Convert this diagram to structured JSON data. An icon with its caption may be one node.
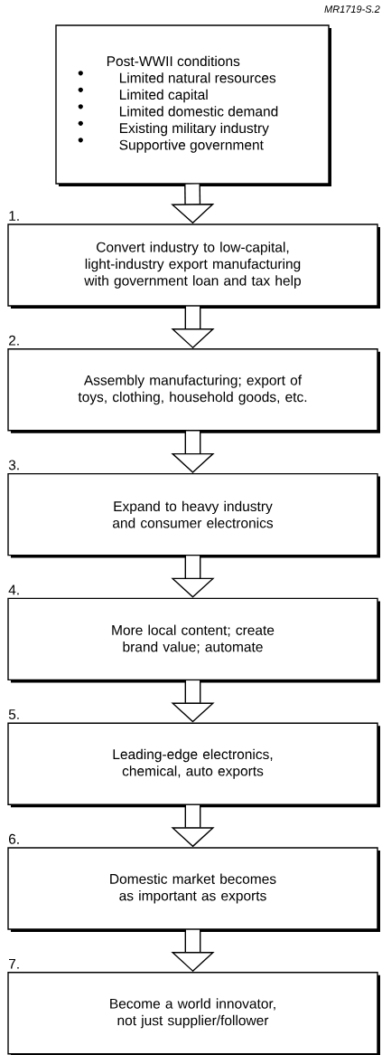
{
  "diagram": {
    "nodes": [
      {
        "text": [
          "Post-WWII conditions",
          "Limited natural resources",
          "Limited capital",
          "Limited domestic demand",
          "Existing military industry",
          "Supportive government"
        ]
      },
      {
        "text": [
          "Convert industry to low-capital, light-industry export manufacturing with government loan and tax help"
        ],
        "beside": [
          "1."
        ]
      },
      {
        "text": [
          "Assembly manufacturing; export of toys, clothing, household goods, etc."
        ],
        "beside": [
          "2."
        ]
      },
      {
        "text": [
          "Expand to heavy industry and consumer electronics"
        ],
        "beside": [
          "3."
        ]
      },
      {
        "text": [
          "More local content; create brand value; automate"
        ],
        "beside": [
          "4."
        ]
      },
      {
        "text": [
          "Leading-edge electronics, chemical, auto exports"
        ],
        "beside": [
          "5."
        ]
      },
      {
        "text": [
          "Domestic market becomes as important as exports"
        ],
        "beside": [
          "6."
        ]
      },
      {
        "text": [
          "Become a world innovator, not just supplier/follower"
        ],
        "beside": [
          "7."
        ]
      }
    ],
    "edges": [
      {
        "from": 0,
        "to": 1,
        "arrow": "to"
      },
      {
        "from": 1,
        "to": 2,
        "arrow": "to"
      },
      {
        "from": 2,
        "to": 3,
        "arrow": "to"
      },
      {
        "from": 3,
        "to": 4,
        "arrow": "to"
      },
      {
        "from": 4,
        "to": 5,
        "arrow": "to"
      },
      {
        "from": 5,
        "to": 6,
        "arrow": "to"
      },
      {
        "from": 6,
        "to": 7,
        "arrow": "to"
      }
    ],
    "labels": [
      "MR1719-S.2"
    ]
  }
}
